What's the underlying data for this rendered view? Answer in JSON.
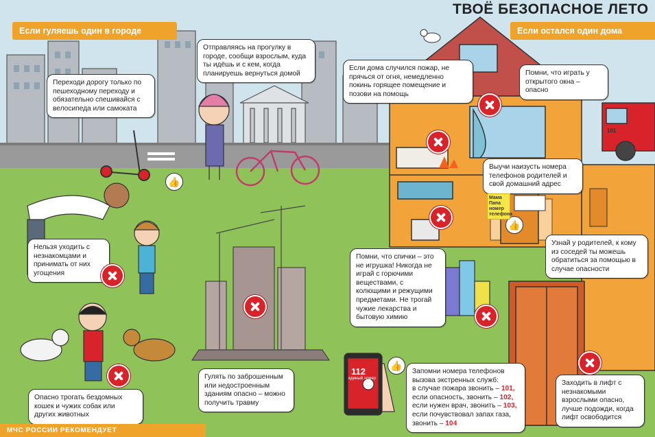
{
  "title": "ТВОЁ БЕЗОПАСНОЕ ЛЕТО",
  "sections": {
    "left": "Если гуляешь один в городе",
    "right": "Если остался один дома"
  },
  "tips": {
    "crossing": "Переходи дорогу только по пешеходному переходу и обязательно спешивайся с велосипеда или самоката",
    "tell_adults": "Отправляясь на прогулку в городе, сообщи взрослым, куда ты идёшь и с кем, когда планируешь вернуться домой",
    "strangers": "Нельзя уходить с незнакомцами и принимать от них угощения",
    "animals": "Опасно трогать бездомных кошек и чужих собак или других животных",
    "abandoned": "Гулять по заброшенным или недостроенным зданиям опасно – можно получить травму",
    "fire": "Если дома случился пожар, не прячься от огня, немедленно покинь горящее помещение и позови на помощь",
    "window": "Помни, что играть у открытого окна – опасно",
    "phones": "Выучи наизусть номера телефонов родителей и свой домашний адрес",
    "neighbors": "Узнай у родителей, к кому из соседей ты можешь обратиться за помощью в случае опасности",
    "matches": "Помни, что спички – это не игрушка! Никогда не играй с горючими веществами, с колющими и режущими предметами. Не трогай чужие лекарства и бытовую химию",
    "elevator": "Заходить в лифт с незнакомыми взрослыми опасно, лучше подожди, когда лифт освободится"
  },
  "emergency": {
    "intro": "Запомни номера телефонов вызова экстренных служб:",
    "lines": [
      {
        "text": "в случае пожара звонить – ",
        "num": "101,"
      },
      {
        "text": "если опасность, звонить – ",
        "num": "102,"
      },
      {
        "text": "если нужен врач, звонить – ",
        "num": "103,"
      },
      {
        "text": "если почувствовал запах газа, звонить – ",
        "num": "104"
      }
    ]
  },
  "phone_screen": "112",
  "phone_screen_sub": "единый номер",
  "sticky_note": {
    "line1": "Мама",
    "line2": "Папа",
    "line3": "номер телефона"
  },
  "truck_number": "101",
  "footer": "МЧС РОССИИ РЕКОМЕНДУЕТ",
  "colors": {
    "accent": "#f0a32b",
    "danger": "#d8232a",
    "house": "#f2a43a",
    "roof": "#c2504a",
    "grass": "#8fc35a"
  }
}
